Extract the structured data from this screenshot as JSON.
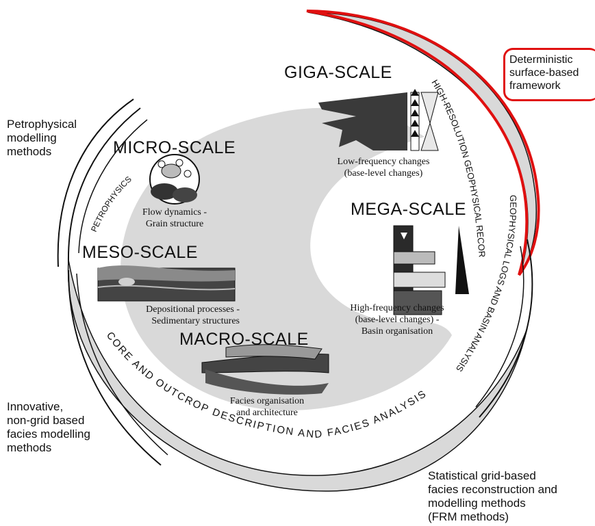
{
  "scales": {
    "giga": "GIGA-SCALE",
    "micro": "MICRO-SCALE",
    "meso": "MESO-SCALE",
    "mega": "MEGA-SCALE",
    "macro": "MACRO-SCALE"
  },
  "captions": {
    "giga_1": "Low-frequency changes",
    "giga_2": "(base-level changes)",
    "micro_1": "Flow dynamics -",
    "micro_2": "Grain structure",
    "meso_1": "Depositional processes -",
    "meso_2": "Sedimentary structures",
    "mega_1": "High-frequency changes",
    "mega_2": "(base-level changes) -",
    "mega_3": "Basin organisation",
    "macro_1": "Facies organisation",
    "macro_2": "and architecture"
  },
  "arc_labels": {
    "petrophysics": "PETROPHYSICS",
    "records": "HIGH-RESOLUTION GEOPHYSICAL RECORDS",
    "logs": "GEOPHYSICAL LOGS AND BASIN ANALYSIS",
    "core": "CORE AND OUTCROP DESCRIPTION AND FACIES ANALYSIS"
  },
  "side_labels": {
    "petro_1": "Petrophysical",
    "petro_2": "modelling",
    "petro_3": "methods",
    "innov_1": "Innovative,",
    "innov_2": "non-grid based",
    "innov_3": "facies modelling",
    "innov_4": "methods",
    "stat_1": "Statistical grid-based",
    "stat_2": "facies reconstruction and",
    "stat_3": "modelling methods",
    "stat_4": "(FRM methods)",
    "det_1": "Deterministic",
    "det_2": "surface-based",
    "det_3": "framework"
  },
  "colors": {
    "spiral_fill": "#d9d9d9",
    "highlight": "#e01010",
    "ink": "#111111",
    "dark_rock": "#3a3a3a"
  }
}
